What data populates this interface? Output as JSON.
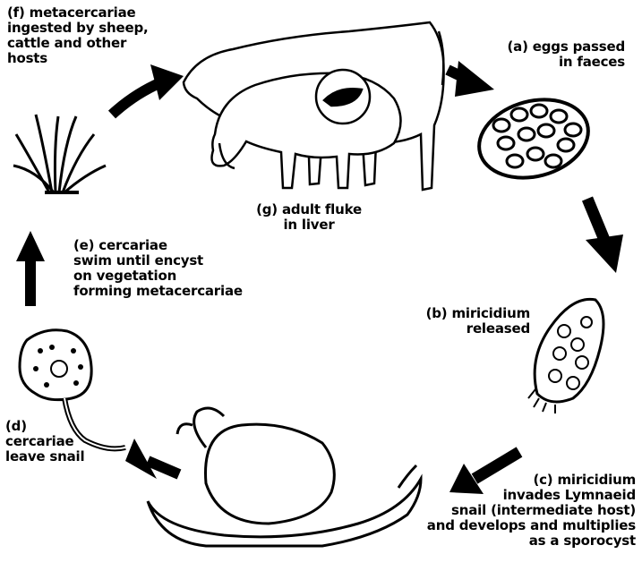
{
  "stages": {
    "f": {
      "lines": [
        "(f) metacercariae",
        "ingested by sheep,",
        "cattle and other",
        "hosts"
      ]
    },
    "a": {
      "lines": [
        "(a) eggs passed",
        "in faeces"
      ]
    },
    "g": {
      "lines": [
        "(g) adult fluke",
        "in liver"
      ]
    },
    "e": {
      "lines": [
        "(e) cercariae",
        "swim until encyst",
        "on vegetation",
        "forming metacercariae"
      ]
    },
    "b": {
      "lines": [
        "(b) miricidium",
        "released"
      ]
    },
    "d": {
      "lines": [
        "(d)",
        "cercariae",
        "leave snail"
      ]
    },
    "c": {
      "lines": [
        "(c) miricidium",
        "invades Lymnaeid",
        "snail (intermediate host)",
        "and develops and multiplies",
        "as a sporocyst"
      ]
    }
  },
  "icons": [
    "grass-icon",
    "sheep-cow-icon",
    "liver-icon",
    "eggs-icon",
    "miracidium-icon",
    "snail-icon",
    "cercaria-icon"
  ],
  "colors": {
    "ink": "#000000",
    "paper": "#ffffff"
  }
}
